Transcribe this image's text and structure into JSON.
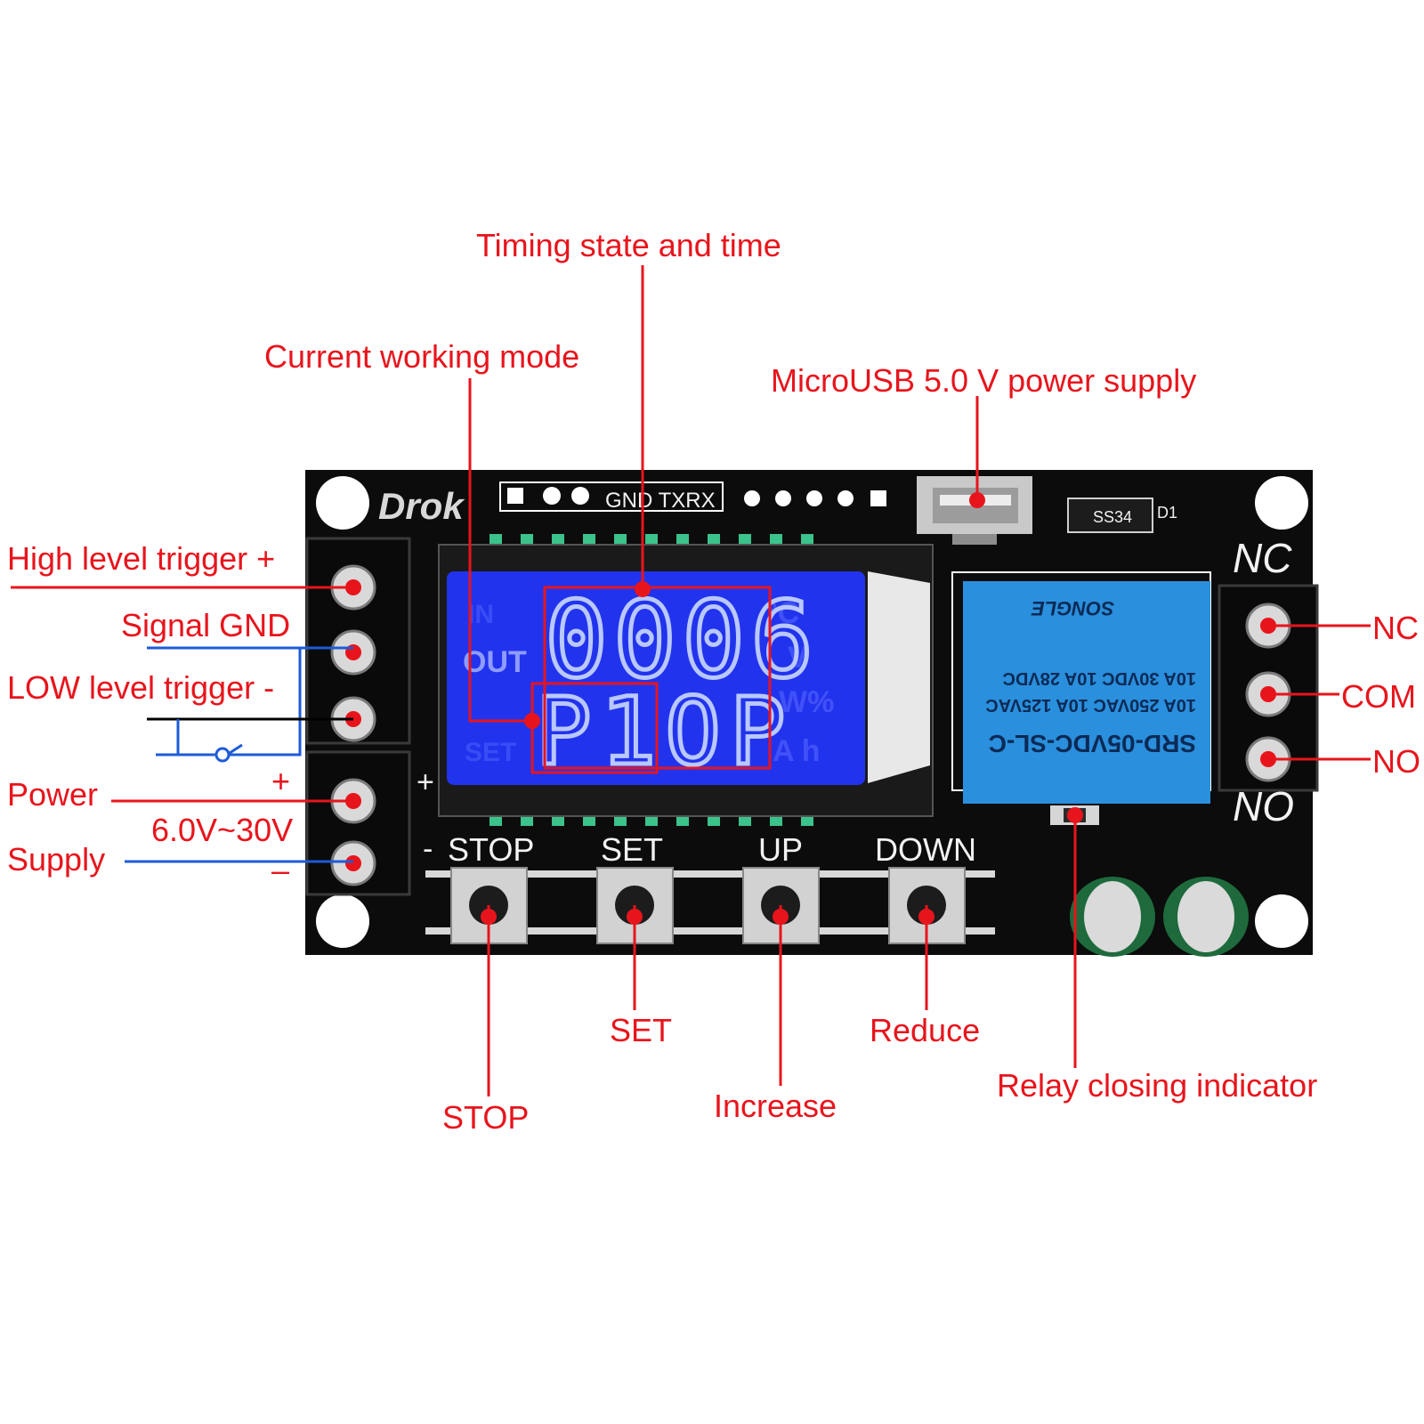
{
  "colors": {
    "callout": "#e8141c",
    "signal_wire": "#1e5bd8",
    "board": "#0c0c0c",
    "lcd": "#2233ee",
    "relay": "#2a8fdc"
  },
  "callouts": {
    "timing_state": "Timing state and time",
    "working_mode": "Current working mode",
    "microusb": "MicroUSB 5.0 V power supply",
    "high_trigger": "High level trigger +",
    "signal_gnd": "Signal GND",
    "low_trigger": "LOW level trigger -",
    "power": "Power",
    "voltage": "6.0V~30V",
    "supply": "Supply",
    "plus": "+",
    "minus": "–",
    "nc": "NC",
    "com": "COM",
    "no": "NO",
    "stop": "STOP",
    "set": "SET",
    "increase": "Increase",
    "reduce": "Reduce",
    "relay_indicator": "Relay closing indicator"
  },
  "board": {
    "brand": "Drok",
    "header_pins": "GND TXRX",
    "diode_code": "SS34",
    "diode_ref": "D1",
    "nc_silk": "NC",
    "no_silk": "NO",
    "plus_silk": "+",
    "buttons": [
      "STOP",
      "SET",
      "UP",
      "DOWN"
    ],
    "button_minus": "-"
  },
  "lcd": {
    "top_digits": "0006",
    "bottom_digits": "P1OP",
    "side_left": [
      "IN",
      "OUT",
      "SET"
    ],
    "side_right": [
      "°C",
      "V",
      "W%",
      "A h"
    ]
  },
  "relay": {
    "model": "SRD-05VDC-SL-C",
    "ratings": [
      "10A 250VAC 10A 125VAC",
      "10A 30VDC 10A 28VDC"
    ],
    "maker": "SONGLE"
  }
}
